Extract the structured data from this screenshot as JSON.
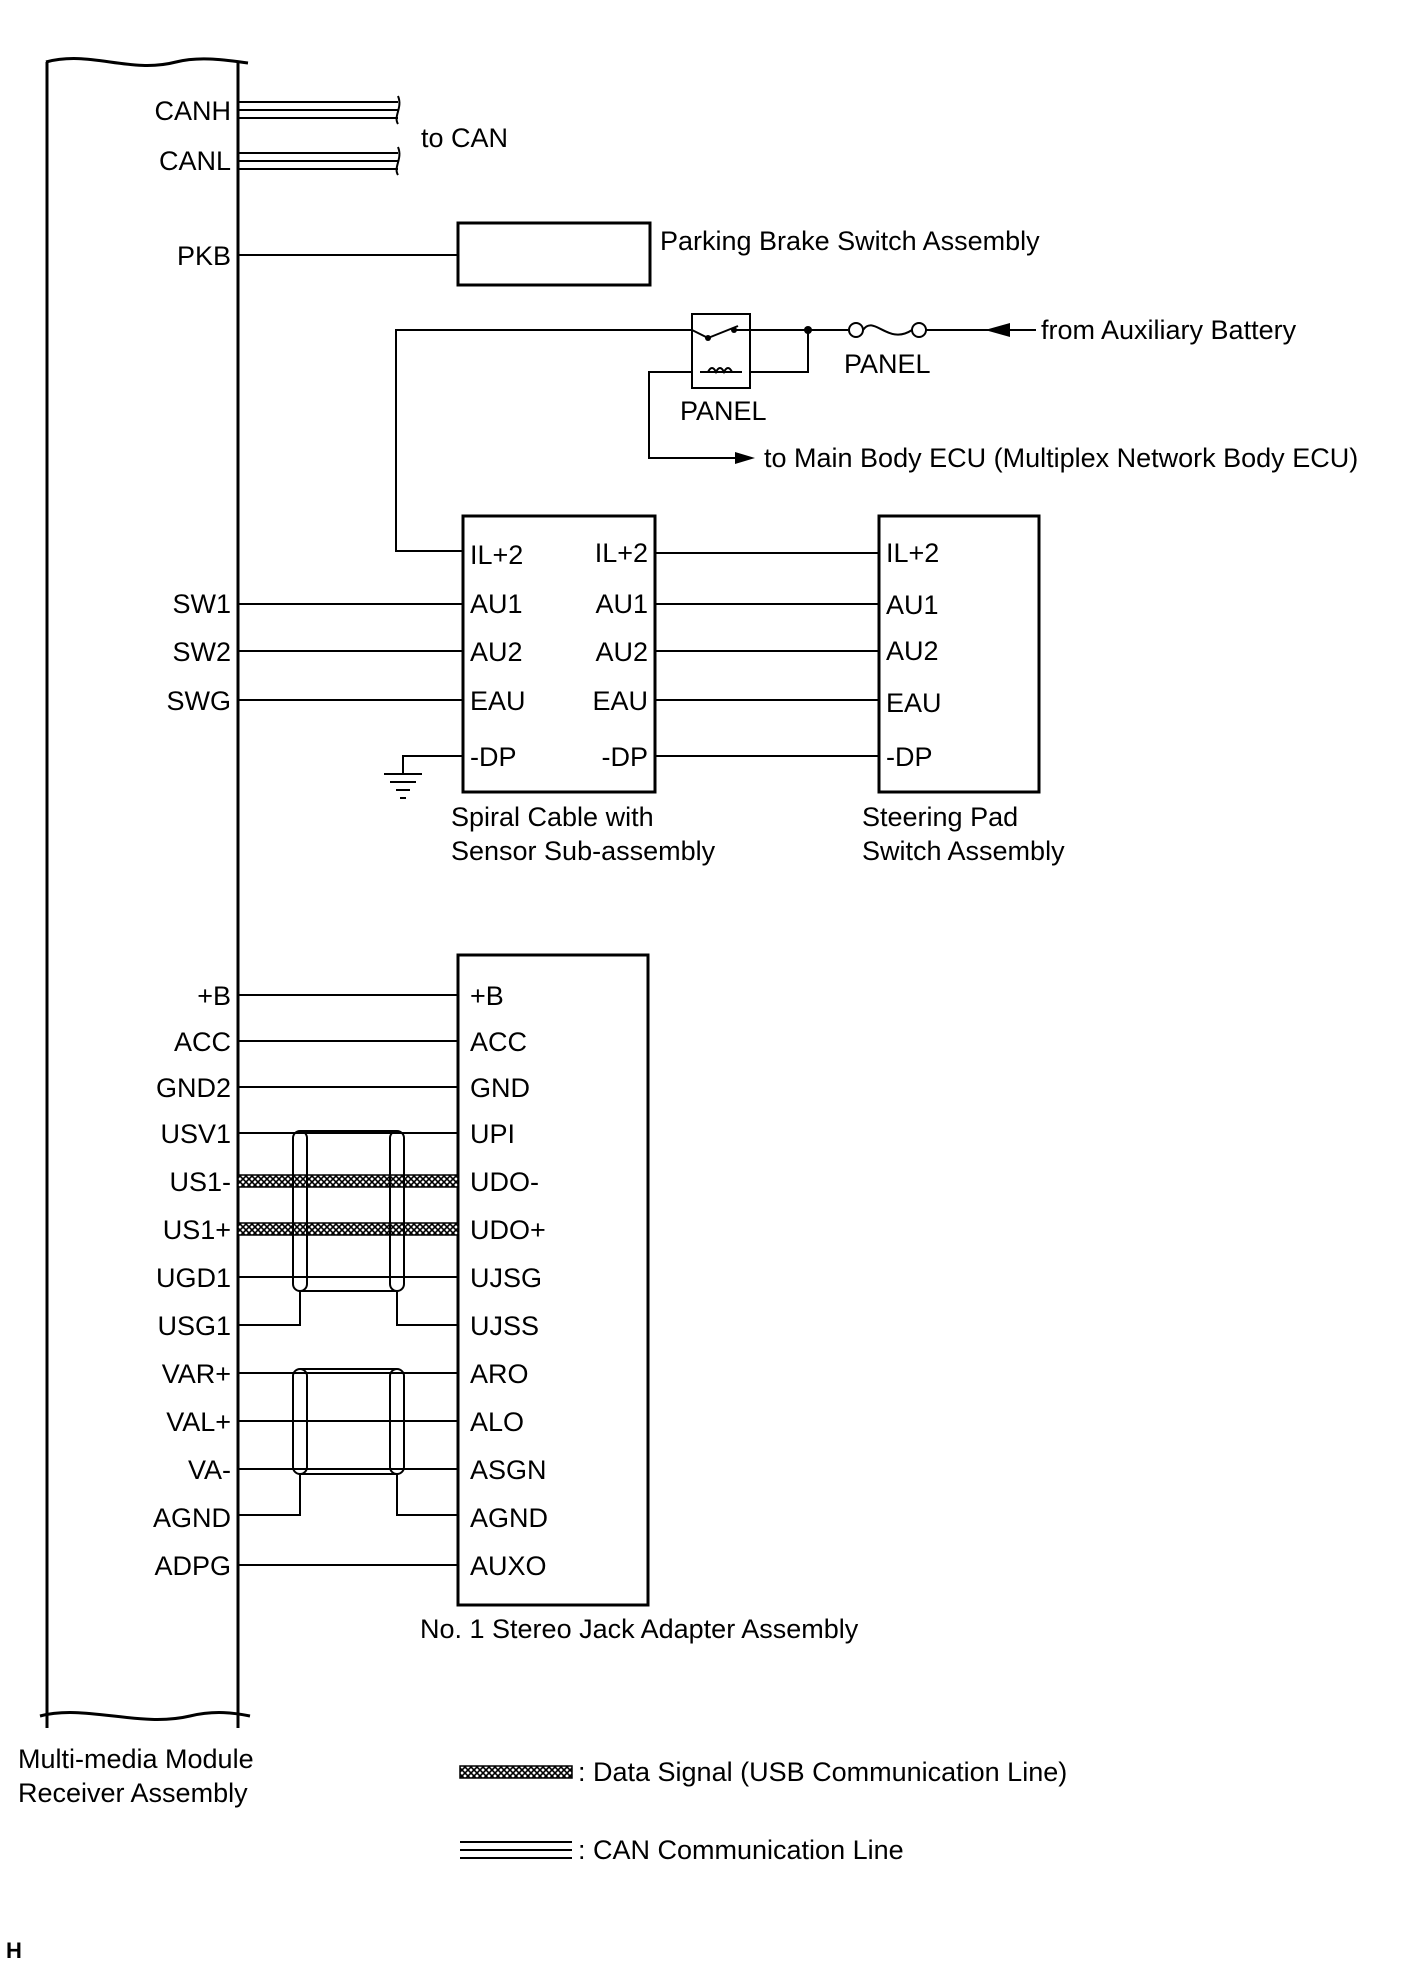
{
  "receiver": {
    "name_line1": "Multi-media Module",
    "name_line2": "Receiver Assembly"
  },
  "can": {
    "canh": "CANH",
    "canl": "CANL",
    "to_can": "to CAN"
  },
  "parking": {
    "pin": "PKB",
    "name": "Parking Brake Switch Assembly"
  },
  "power": {
    "from_aux_battery": "from Auxiliary Battery",
    "fuse_label": "PANEL",
    "relay_label": "PANEL",
    "to_main_body_ecu": "to Main Body ECU (Multiplex Network Body ECU)"
  },
  "spiral": {
    "name_line1": "Spiral Cable with",
    "name_line2": "Sensor Sub-assembly",
    "left_pins": [
      "IL+2",
      "AU1",
      "AU2",
      "EAU",
      "-DP"
    ],
    "right_pins": [
      "IL+2",
      "AU1",
      "AU2",
      "EAU",
      "-DP"
    ]
  },
  "steering": {
    "name_line1": "Steering Pad",
    "name_line2": "Switch Assembly",
    "pins": [
      "IL+2",
      "AU1",
      "AU2",
      "EAU",
      "-DP"
    ]
  },
  "receiver_pins_sw": [
    "SW1",
    "SW2",
    "SWG"
  ],
  "stereo": {
    "name": "No. 1 Stereo Jack Adapter Assembly",
    "receiver_pins": [
      "+B",
      "ACC",
      "GND2",
      "USV1",
      "US1-",
      "US1+",
      "UGD1",
      "USG1",
      "VAR+",
      "VAL+",
      "VA-",
      "AGND",
      "ADPG"
    ],
    "adapter_pins": [
      "+B",
      "ACC",
      "GND",
      "UPI",
      "UDO-",
      "UDO+",
      "UJSG",
      "UJSS",
      "ARO",
      "ALO",
      "ASGN",
      "AGND",
      "AUXO"
    ]
  },
  "legend": {
    "data_signal": ": Data Signal (USB Communication Line)",
    "can_line": ": CAN Communication Line"
  },
  "corner_mark": "H"
}
